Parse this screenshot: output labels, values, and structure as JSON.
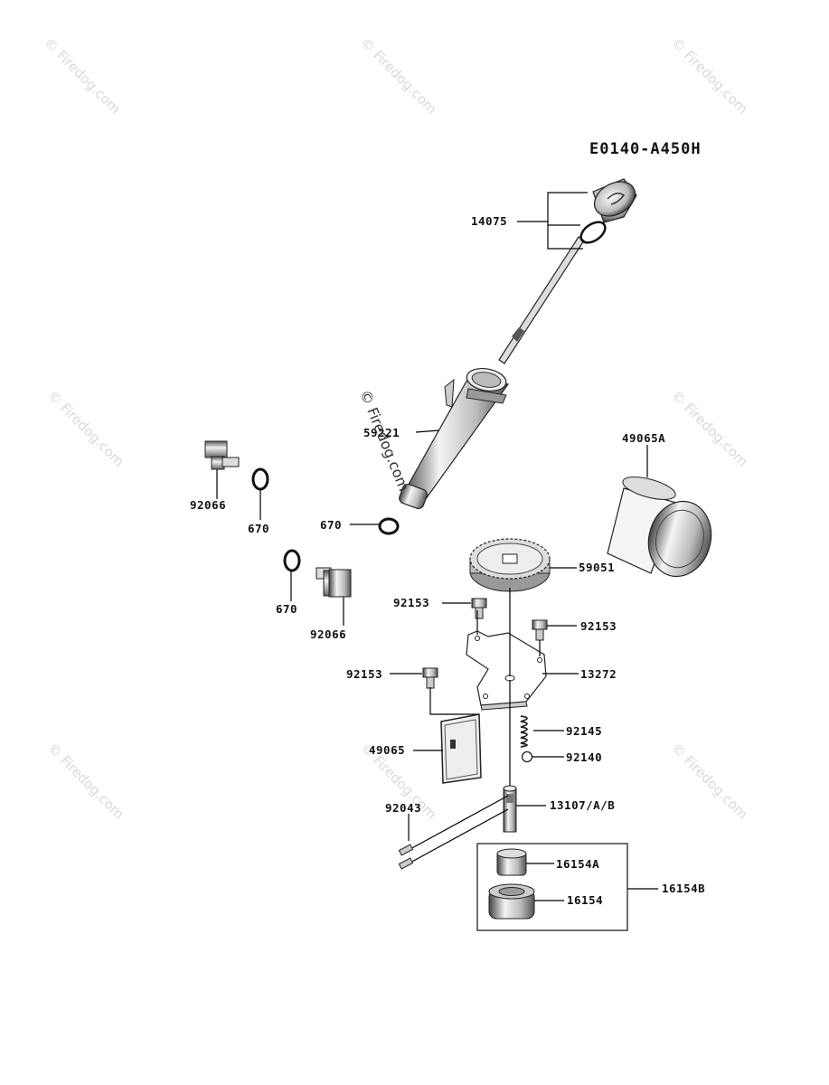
{
  "diagram_code": "E0140-A450H",
  "watermark": "© Firedog.com",
  "watermark_overlay": "© Firedog.com",
  "part_labels": {
    "p14075": "14075",
    "p59221": "59221",
    "p92066_a": "92066",
    "p670_a": "670",
    "p670_b": "670",
    "p670_c": "670",
    "p92066_b": "92066",
    "p49065A": "49065A",
    "p59051": "59051",
    "p92153_a": "92153",
    "p92153_b": "92153",
    "p92153_c": "92153",
    "p13272": "13272",
    "p49065": "49065",
    "p92145": "92145",
    "p92140": "92140",
    "p92043": "92043",
    "p13107": "13107/A/B",
    "p16154A": "16154A",
    "p16154": "16154",
    "p16154B": "16154B"
  }
}
